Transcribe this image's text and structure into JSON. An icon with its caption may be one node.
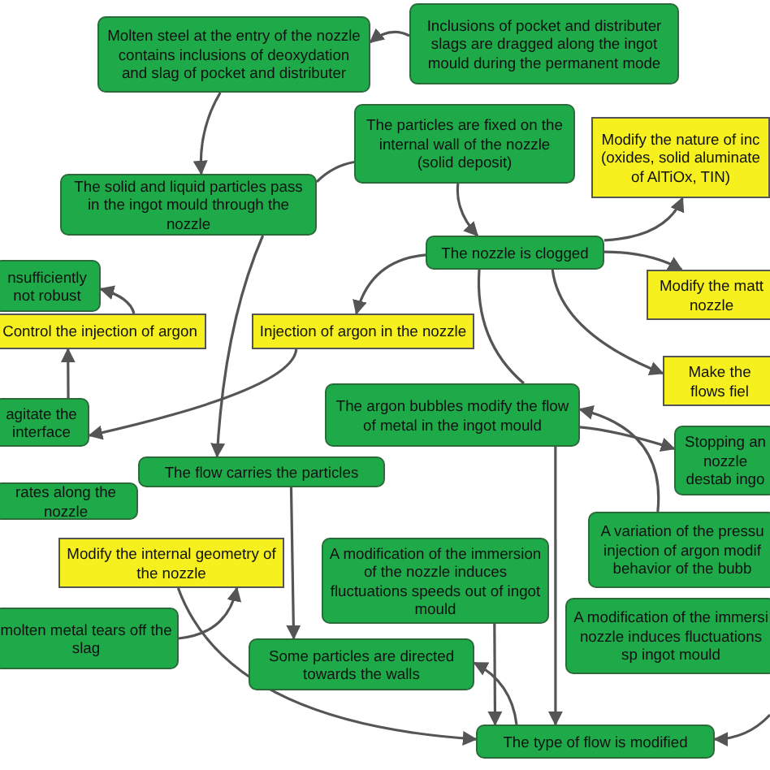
{
  "diagram": {
    "nodes": [
      {
        "text": [
          "Molten steel at the entry of the nozzle contains inclusions of deoxydation and slag of pocket and distributer"
        ]
      },
      {
        "text": [
          "Inclusions of pocket and distributer slags are dragged along the ingot mould during the permanent mode"
        ]
      },
      {
        "text": [
          "The particles are fixed on the internal wall of the nozzle (solid deposit)"
        ]
      },
      {
        "text": [
          "Modify the nature of inc (oxides, solid aluminate of AlTiOx, TIN)"
        ]
      },
      {
        "text": [
          "The solid and liquid particles pass in the ingot mould through the nozzle"
        ]
      },
      {
        "text": [
          "The nozzle is clogged"
        ]
      },
      {
        "text": [
          "nsufficiently not robust"
        ]
      },
      {
        "text": [
          "Control the injection of argon"
        ]
      },
      {
        "text": [
          "Injection of argon in the nozzle"
        ]
      },
      {
        "text": [
          "Modify the matt nozzle"
        ]
      },
      {
        "text": [
          "Make the flows fiel"
        ]
      },
      {
        "text": [
          "agitate the interface"
        ]
      },
      {
        "text": [
          "The argon bubbles modify the flow of metal in the ingot mould"
        ]
      },
      {
        "text": [
          "The flow carries the particles"
        ]
      },
      {
        "text": [
          "rates along the nozzle"
        ]
      },
      {
        "text": [
          "Stopping an nozzle destab ingo"
        ]
      },
      {
        "text": [
          "Modify the internal geometry of the nozzle"
        ]
      },
      {
        "text": [
          "A modification of the immersion of the nozzle induces fluctuations speeds out of ingot mould"
        ]
      },
      {
        "text": [
          "A variation of the pressu injection of argon modif behavior of the bubb"
        ]
      },
      {
        "text": [
          "A modification of the immersi nozzle induces fluctuations sp ingot mould"
        ]
      },
      {
        "text": [
          "molten metal tears off the slag"
        ]
      },
      {
        "text": [
          "Some particles are directed towards the walls"
        ]
      },
      {
        "text": [
          "The type of flow is modified"
        ]
      }
    ],
    "edges": [
      {
        "from": 1,
        "to": 0,
        "arrow": "to"
      },
      {
        "from": 0,
        "to": 4,
        "arrow": "to"
      },
      {
        "from": 2,
        "to": 4,
        "arrow": "none"
      },
      {
        "from": 2,
        "to": 5,
        "arrow": "to"
      },
      {
        "from": 5,
        "to": 3,
        "arrow": "to"
      },
      {
        "from": 5,
        "to": 9,
        "arrow": "to"
      },
      {
        "from": 5,
        "to": 10,
        "arrow": "to"
      },
      {
        "from": 5,
        "to": 8,
        "arrow": "to"
      },
      {
        "from": 7,
        "to": 6,
        "arrow": "to"
      },
      {
        "from": 11,
        "to": 7,
        "arrow": "to"
      },
      {
        "from": 8,
        "to": 11,
        "arrow": "to"
      },
      {
        "from": 4,
        "to": 13,
        "arrow": "to"
      },
      {
        "from": 5,
        "to": 12,
        "arrow": "none"
      },
      {
        "from": 12,
        "to": 15,
        "arrow": "to"
      },
      {
        "from": 18,
        "to": 12,
        "arrow": "to"
      },
      {
        "from": 13,
        "to": 21,
        "arrow": "to"
      },
      {
        "from": 20,
        "to": 16,
        "arrow": "to"
      },
      {
        "from": 16,
        "to": 22,
        "arrow": "to"
      },
      {
        "from": 17,
        "to": 22,
        "arrow": "to"
      },
      {
        "from": 22,
        "to": 21,
        "arrow": "to"
      },
      {
        "from": 12,
        "to": 22,
        "arrow": "to"
      },
      {
        "from": null,
        "to": 22,
        "arrow": "to"
      }
    ]
  }
}
